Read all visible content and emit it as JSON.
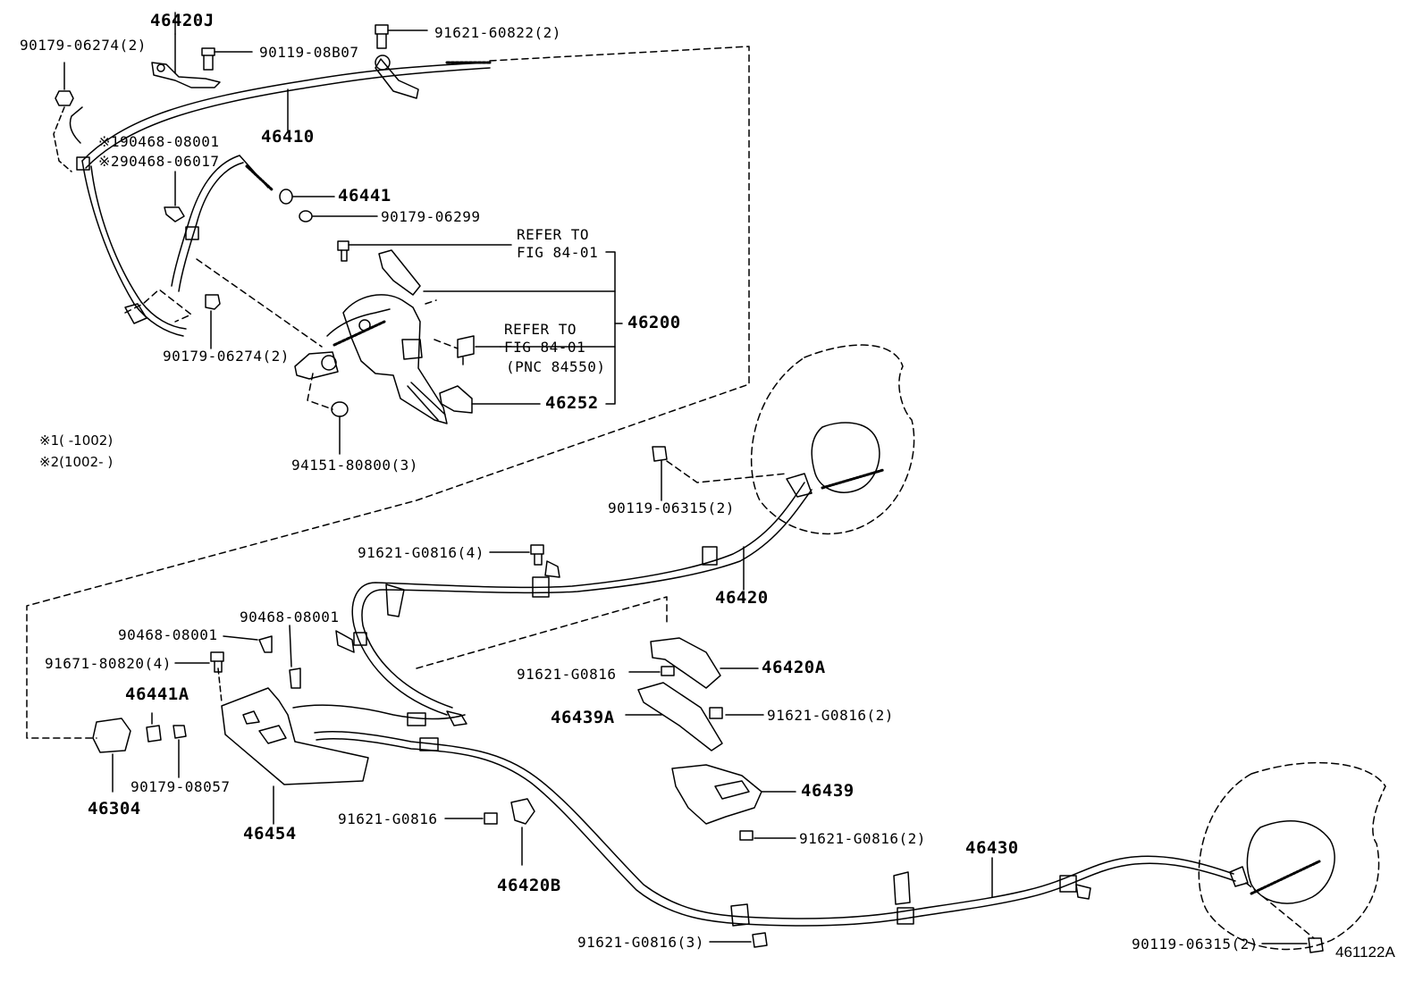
{
  "figure_id": "461122A",
  "notes": [
    "※1(    -1002)",
    "※2(1002-    )"
  ],
  "labels": {
    "p46420J": "46420J",
    "p90179_06274_top": "90179-06274(2)",
    "p90119_08B07": "90119-08B07",
    "p91621_60822": "91621-60822(2)",
    "p46410": "46410",
    "p90468_08001_s1": "※190468-08001",
    "p90468_06017_s2": "※290468-06017",
    "p46441": "46441",
    "p90179_06299": "90179-06299",
    "refer1_a": "REFER TO",
    "refer1_b": "FIG 84-01",
    "refer2_a": "REFER TO",
    "refer2_b": "FIG 84-01",
    "refer2_c": "(PNC 84550)",
    "p46200": "46200",
    "p46252": "46252",
    "p90179_06274_mid": "90179-06274(2)",
    "p94151_80800": "94151-80800(3)",
    "p90119_06315_upper": "90119-06315(2)",
    "p91621_G0816_4": "91621-G0816(4)",
    "p46420": "46420",
    "p90468_08001_a": "90468-08001",
    "p90468_08001_b": "90468-08001",
    "p91671_80820": "91671-80820(4)",
    "p46441A": "46441A",
    "p46304": "46304",
    "p90179_08057": "90179-08057",
    "p46454": "46454",
    "p91621_G0816_single1": "91621-G0816",
    "p46420A": "46420A",
    "p46439A": "46439A",
    "p91621_G0816_2a": "91621-G0816(2)",
    "p46439": "46439",
    "p91621_G0816_2b": "91621-G0816(2)",
    "p91621_G0816_single2": "91621-G0816",
    "p46420B": "46420B",
    "p46430": "46430",
    "p91621_G0816_3": "91621-G0816(3)",
    "p90119_06315_lower": "90119-06315(2)"
  }
}
